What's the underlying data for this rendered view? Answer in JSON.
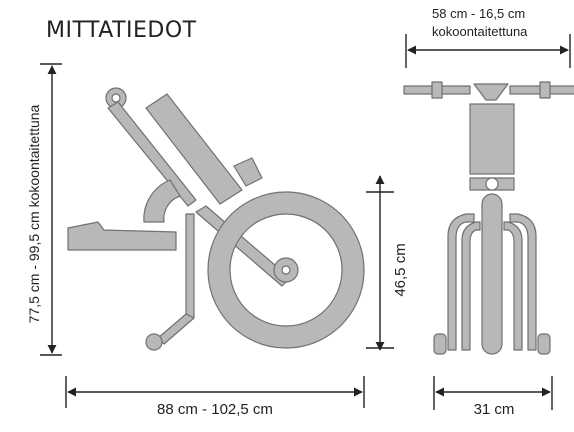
{
  "title": "MITTATIEDOT",
  "colors": {
    "part_fill": "#b8b8b8",
    "part_stroke": "#707070",
    "dimension_line": "#222222",
    "text": "#222222",
    "background": "#ffffff"
  },
  "dimensions": {
    "height": "77,5 cm - 99,5 cm kokoontaitettuna",
    "length": "88 cm - 102,5 cm",
    "wheel_height": "46,5 cm",
    "width": "31 cm",
    "handlebar_width_line1": "58 cm - 16,5 cm",
    "handlebar_width_line2": "kokoontaitettuna"
  }
}
